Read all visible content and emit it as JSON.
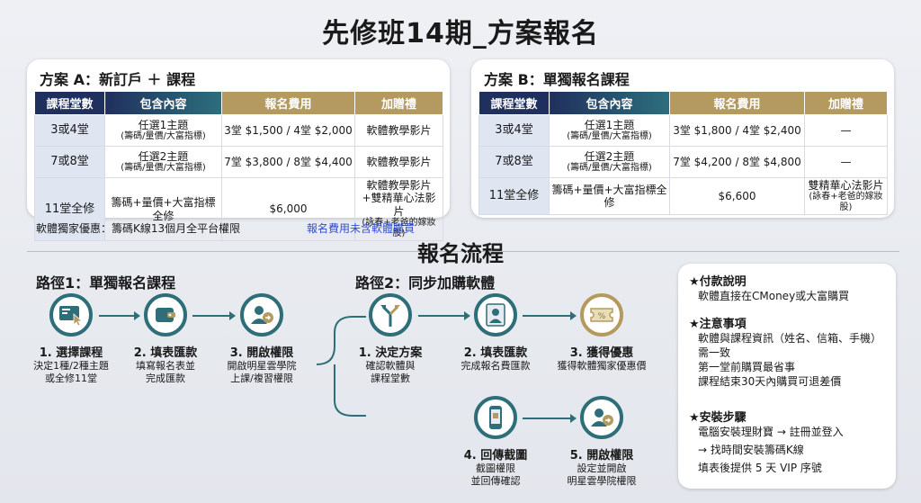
{
  "title": "先修班14期_方案報名",
  "table_headers": {
    "sessions": "課程堂數",
    "content": "包含內容",
    "fee": "報名費用",
    "gift": "加贈禮"
  },
  "planA": {
    "title": "方案 A：新訂戶 ＋ 課程",
    "rows": [
      {
        "sessions": "3或4堂",
        "content": "任選1主題",
        "content_sub": "(籌碼/量價/大富指標)",
        "fee": "3堂 $1,500 / 4堂 $2,000",
        "gift": "軟體教學影片",
        "gift_sub": ""
      },
      {
        "sessions": "7或8堂",
        "content": "任選2主題",
        "content_sub": "(籌碼/量價/大富指標)",
        "fee": "7堂 $3,800 / 8堂 $4,400",
        "gift": "軟體教學影片",
        "gift_sub": ""
      },
      {
        "sessions": "11堂全修",
        "content": "籌碼+量價+大富指標全修",
        "content_sub": "",
        "fee": "$6,000",
        "gift": "軟體教學影片+雙精華心法影片",
        "gift_sub": "(詠春+老爸的嫁妝股)"
      }
    ]
  },
  "planB": {
    "title": "方案 B：單獨報名課程",
    "rows": [
      {
        "sessions": "3或4堂",
        "content": "任選1主題",
        "content_sub": "(籌碼/量價/大富指標)",
        "fee": "3堂 $1,800 / 4堂 $2,400",
        "gift": "—",
        "gift_sub": ""
      },
      {
        "sessions": "7或8堂",
        "content": "任選2主題",
        "content_sub": "(籌碼/量價/大富指標)",
        "fee": "7堂 $4,200 / 8堂 $4,800",
        "gift": "—",
        "gift_sub": ""
      },
      {
        "sessions": "11堂全修",
        "content": "籌碼+量價+大富指標全修",
        "content_sub": "",
        "fee": "$6,600",
        "gift": "雙精華心法影片",
        "gift_sub": "(詠春+老爸的嫁妝股)"
      }
    ]
  },
  "notes": {
    "software_offer": "軟體獨家優惠：籌碼K線13個月全平台權限",
    "fee_note": "報名費用未含軟體購買"
  },
  "flow_title": "報名流程",
  "route1": {
    "title": "路徑1：單獨報名課程",
    "steps": [
      {
        "title": "1. 選擇課程",
        "desc1": "決定1種/2種主題",
        "desc2": "或全修11堂"
      },
      {
        "title": "2. 填表匯款",
        "desc1": "填寫報名表並",
        "desc2": "完成匯款"
      },
      {
        "title": "3. 開啟權限",
        "desc1": "開啟明星雲學院",
        "desc2": "上課/複習權限"
      }
    ]
  },
  "route2": {
    "title": "路徑2：同步加購軟體",
    "steps": [
      {
        "title": "1. 決定方案",
        "desc1": "確認軟體與",
        "desc2": "課程堂數"
      },
      {
        "title": "2. 填表匯款",
        "desc1": "完成報名費匯款",
        "desc2": ""
      },
      {
        "title": "3. 獲得優惠",
        "desc1": "獲得軟體獨家優惠價",
        "desc2": ""
      },
      {
        "title": "4. 回傳截圖",
        "desc1": "截圖權限",
        "desc2": "並回傳確認"
      },
      {
        "title": "5. 開啟權限",
        "desc1": "設定並開啟",
        "desc2": "明星雲學院權限"
      }
    ]
  },
  "side": {
    "payment_h": "★付款說明",
    "payment_1": "軟體直接在CMoney或大富購買",
    "notice_h": "★注意事項",
    "notice_1": "軟體與課程資訊（姓名、信箱、手機）",
    "notice_2": "需一致",
    "notice_3": "第一堂前購買最省事",
    "notice_4": "課程結束30天內購買可退差價",
    "install_h": "★安裝步驟",
    "install_1": "電腦安裝理財寶 → 註冊並登入",
    "install_2": "→ 找時間安裝籌碼K線",
    "install_3": "填表後提供 5 天 VIP 序號"
  },
  "icons": [
    "screen-click-icon",
    "wallet-icon",
    "user-arrow-icon",
    "split-arrow-icon",
    "user-form-icon",
    "coupon-icon",
    "phone-screenshot-icon",
    "user-arrow-icon"
  ],
  "colors": {
    "navy": "#20305e",
    "teal": "#2e6e78",
    "gold": "#b49a5e"
  }
}
